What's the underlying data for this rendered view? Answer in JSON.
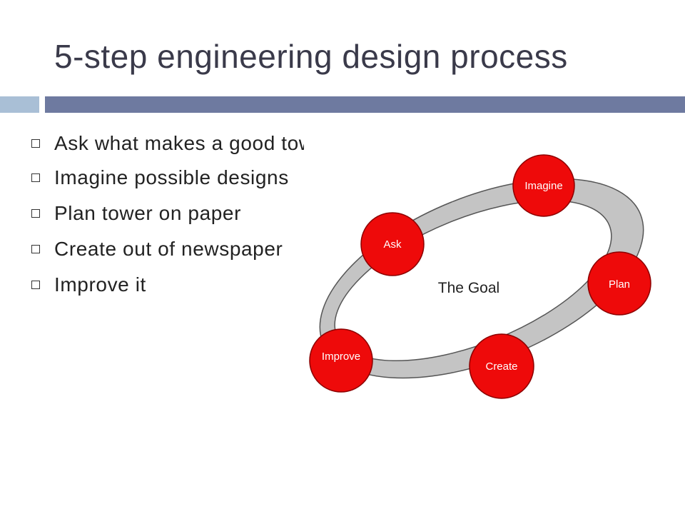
{
  "slide": {
    "title": "5-step engineering design process",
    "bullets": [
      "Ask what makes a good tower",
      "Imagine possible designs",
      "Plan tower on paper",
      "Create out of newspaper",
      "Improve it"
    ]
  },
  "diagram": {
    "center_label": "The Goal",
    "steps": [
      "Imagine",
      "Plan",
      "Create",
      "Improve",
      "Ask"
    ],
    "colors": {
      "node_fill": "#ee0a0a",
      "node_stroke": "#8c0000",
      "ring_fill": "#c4c4c4",
      "ring_stroke": "#555555"
    }
  },
  "colors": {
    "accent_bar_light": "#a9bfd6",
    "accent_bar_dark": "#6e7aa0",
    "title_text": "#3a3a4a"
  }
}
